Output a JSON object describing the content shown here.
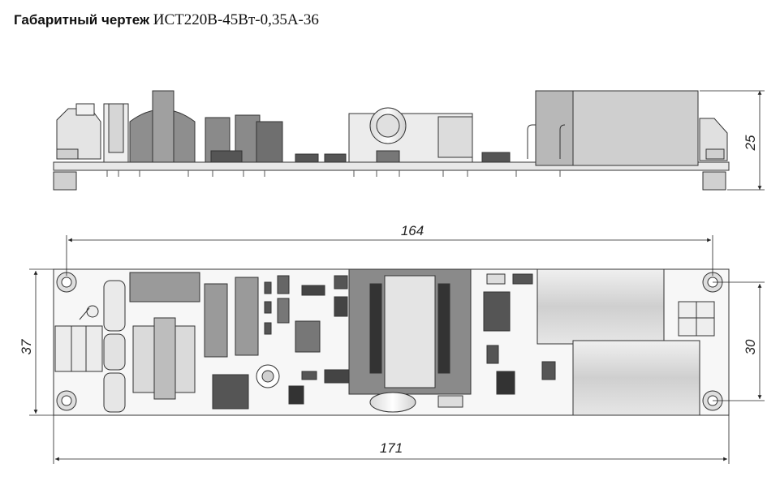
{
  "title": {
    "part1": "Габаритный чертеж",
    "part2": "ИСТ220В-45Вт-0,35А-36"
  },
  "dimensions": {
    "height_side": "25",
    "width_top": "164",
    "height_left": "37",
    "height_right": "30",
    "width_bottom": "171"
  },
  "colors": {
    "component_dark": "#8a8a8a",
    "component_mid": "#b5b5b5",
    "component_light": "#dcdcdc",
    "outline": "#333333",
    "board": "#f4f4f4"
  }
}
